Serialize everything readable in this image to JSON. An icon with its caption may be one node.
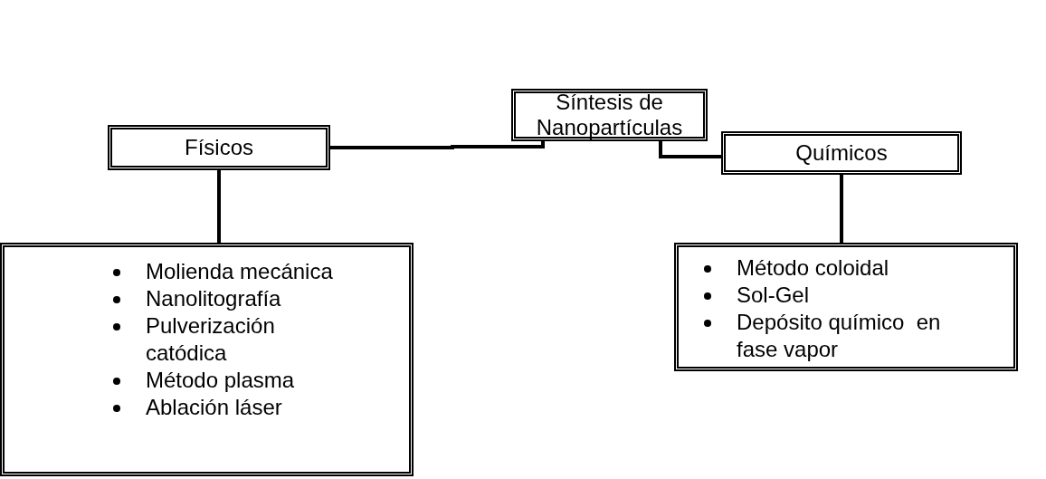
{
  "diagram": {
    "nodes": [
      {
        "text": [
          "Síntesis de Nanopartículas"
        ]
      },
      {
        "text": [
          "Físicos"
        ]
      },
      {
        "text": [
          "Químicos"
        ]
      },
      {
        "text": [
          "Molienda mecánica",
          "Nanolitografía",
          "Pulverización catódica",
          "Método plasma",
          "Ablación láser"
        ]
      },
      {
        "text": [
          "Método coloidal",
          "Sol-Gel",
          "Depósito químico  en fase vapor"
        ]
      }
    ],
    "edges": [
      {
        "from": 0,
        "to": 1,
        "arrow": "none"
      },
      {
        "from": 0,
        "to": 2,
        "arrow": "none"
      },
      {
        "from": 1,
        "to": 3,
        "arrow": "none"
      },
      {
        "from": 2,
        "to": 4,
        "arrow": "none"
      }
    ]
  }
}
